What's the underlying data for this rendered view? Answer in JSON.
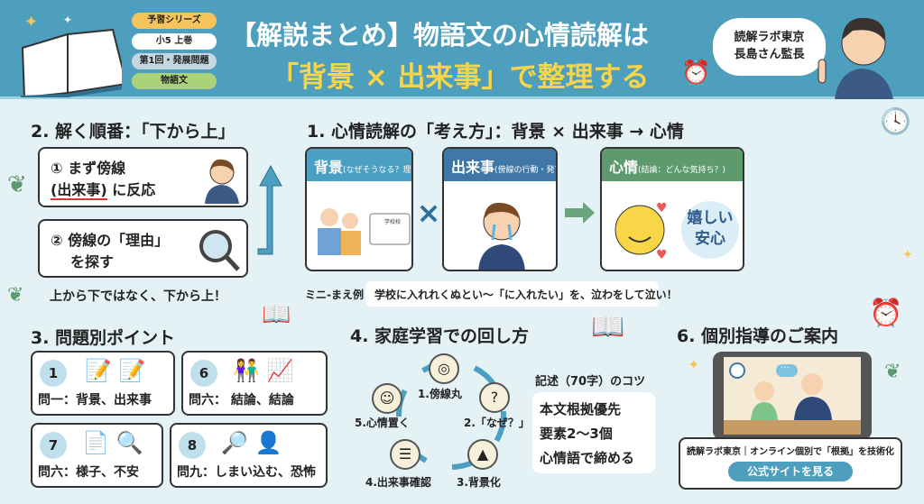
{
  "header": {
    "pills": [
      "予習シリーズ",
      "小5 上巻",
      "第1回・発展問題",
      "物語文"
    ],
    "pill_colors": [
      "#f5c55c",
      "#ffffff",
      "#c5d8e2",
      "#a9d27a"
    ],
    "title_line1": "【解説まとめ】物語文の心情読解は",
    "title_line2": "「背景 × 出来事」で整理する",
    "bubble_line1": "読解ラボ東京",
    "bubble_line2": "長島さん監長"
  },
  "section2": {
    "title": "2. 解く順番：「下から上」",
    "step1_line1": "① まず傍線",
    "step1_line2_underlined": "(出来事)",
    "step1_line2_rest": " に反応",
    "step2_line1": "② 傍線の「理由」",
    "step2_line2": "を探す",
    "caption": "上から下ではなく、下から上！"
  },
  "section1": {
    "title": "1. 心情読解の「考え方」：背景 × 出来事 → 心情",
    "panels": [
      {
        "head": "背景",
        "sub": "(なぜそうなる？理由)",
        "color": "#4a9fc3",
        "card_text": "学校校"
      },
      {
        "head": "出来事",
        "sub": "(傍線の行動・発言)",
        "color": "#3f78a6"
      },
      {
        "head": "心情",
        "sub": "(結論：どんな気持ち？)",
        "color": "#5d9a6e",
        "cloud_line1": "嬉しい",
        "cloud_line2": "安心"
      }
    ],
    "times": "×",
    "mini_label": "ミニ-まえ例",
    "mini_text": "学校に入れれくぬとい〜「に入れたい」を、泣わをして泣い！"
  },
  "section3": {
    "title": "3. 問題別ポイント",
    "cards": [
      {
        "num": "1",
        "label": "問一：背景、出来事"
      },
      {
        "num": "6",
        "label": "問六： 結論、結論"
      },
      {
        "num": "7",
        "label": "問六：様子、不安"
      },
      {
        "num": "8",
        "label": "問九：しまい込む、恐怖"
      }
    ]
  },
  "section4": {
    "title": "4. 家庭学習での回し方",
    "cycle": [
      "1.傍線丸",
      "2.「なぜ？」",
      "3.背景化",
      "4.出来事確認",
      "5.心情置く"
    ],
    "tips_title": "記述（70字）のコツ",
    "tips": [
      "本文根拠優先",
      "要素2〜3個",
      "心情語で締める"
    ]
  },
  "section6": {
    "title": "6. 個別指導のご案内",
    "tagline": "読解ラボ東京｜オンライン個別で「根拠」を技術化",
    "button": "公式サイトを見る",
    "speech": "…"
  }
}
